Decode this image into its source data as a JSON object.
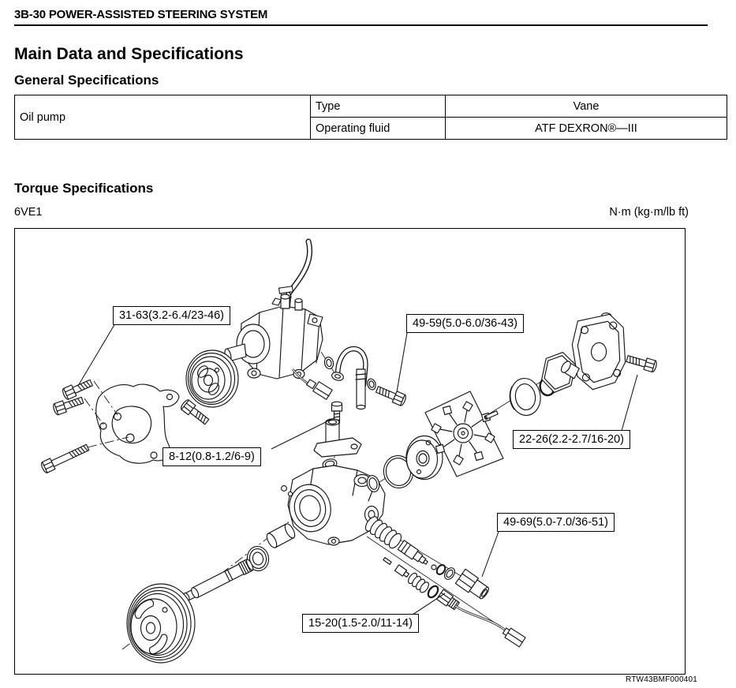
{
  "header": {
    "page_code_title": "3B-30 POWER-ASSISTED STEERING SYSTEM"
  },
  "main": {
    "title": "Main Data and Specifications",
    "general_specifications": {
      "heading": "General Specifications",
      "table": {
        "item": "Oil pump",
        "rows": [
          {
            "property": "Type",
            "value": "Vane"
          },
          {
            "property": "Operating fluid",
            "value": "ATF DEXRON®—III"
          }
        ]
      }
    },
    "torque_specifications": {
      "heading": "Torque Specifications",
      "engine_model": "6VE1",
      "torque_units": "N·m (kg·m/lb ft)",
      "figure_code": "RTW43BMF000401",
      "callouts": [
        {
          "part": "pump-bracket-bolts",
          "torque": "31-63(3.2-6.4/23-46)"
        },
        {
          "part": "suction-pipe-bolt",
          "torque": "49-59(5.0-6.0/36-43)"
        },
        {
          "part": "union-bolt",
          "torque": "8-12(0.8-1.2/6-9)"
        },
        {
          "part": "rear-cover-bolt",
          "torque": "22-26(2.2-2.7/16-20)"
        },
        {
          "part": "flow-control-fitting",
          "torque": "49-69(5.0-7.0/36-51)"
        },
        {
          "part": "oil-pressure-switch",
          "torque": "15-20(1.5-2.0/11-14)"
        }
      ]
    }
  }
}
